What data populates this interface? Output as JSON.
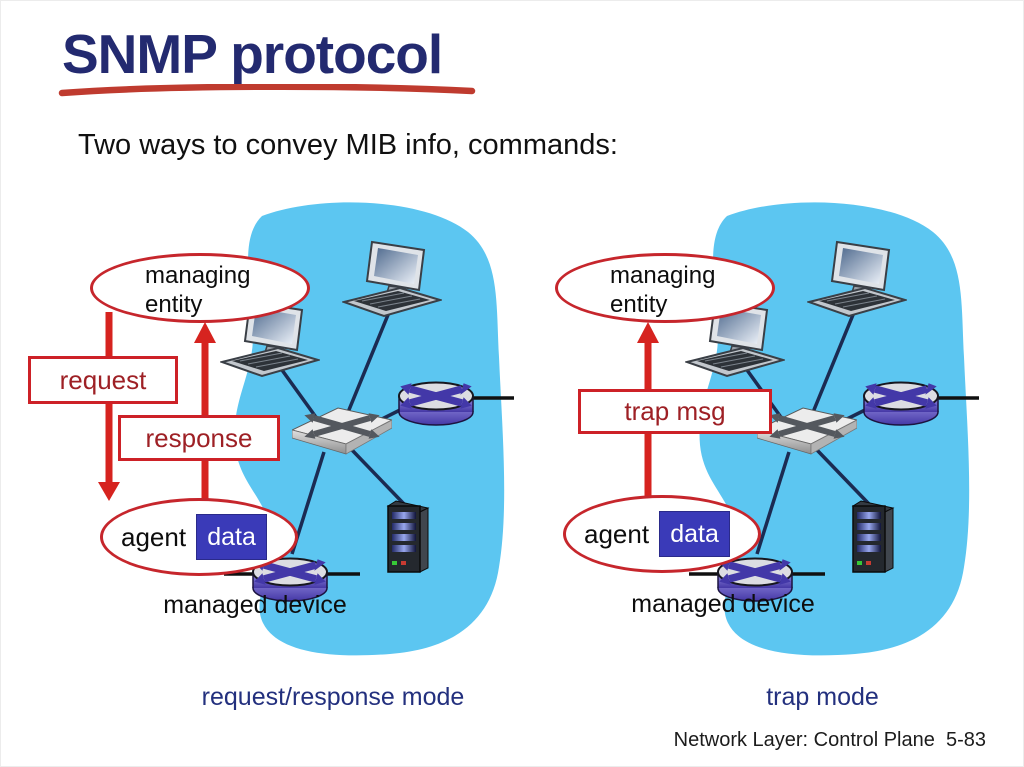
{
  "slide": {
    "title": "SNMP protocol",
    "subtitle": "Two ways to convey MIB info, commands:",
    "footer": "Network Layer: Control Plane  5-83"
  },
  "modes": [
    {
      "id": "request-response",
      "caption": "request/response mode",
      "managing_entity": {
        "line1": "managing",
        "line2": "entity"
      },
      "request_label": "request",
      "response_label": "response",
      "agent_label": "agent",
      "data_label": "data",
      "managed_device_label": "managed device"
    },
    {
      "id": "trap",
      "caption": "trap mode",
      "managing_entity": {
        "line1": "managing",
        "line2": "entity"
      },
      "trap_label": "trap msg",
      "agent_label": "agent",
      "data_label": "data",
      "managed_device_label": "managed device"
    }
  ],
  "icons": {
    "computer": "computer-icon",
    "router": "router-icon",
    "switch": "switch-icon",
    "server": "server-icon"
  },
  "colors": {
    "title_navy": "#232a70",
    "underline_red": "#bf3b2f",
    "accent_red_border": "#cd2127",
    "box_text_red": "#9e2025",
    "arrow_red": "#d6231f",
    "caption_navy": "#23307e",
    "cloud_blue": "#5cc6f1",
    "data_box_blue": "#3a3ab8",
    "link_line_navy": "#1b2b52"
  }
}
